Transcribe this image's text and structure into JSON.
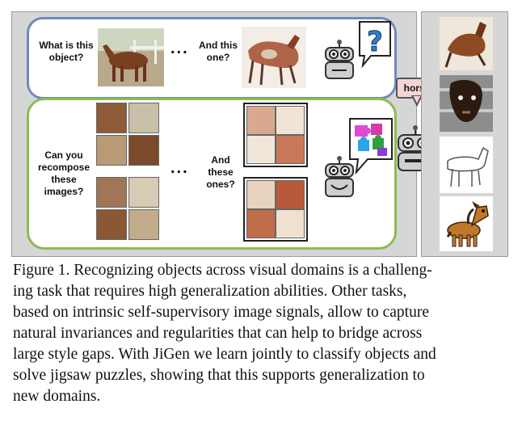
{
  "figure": {
    "top_question_1": "What is this object?",
    "top_question_2": "And this one?",
    "bottom_question_1": "Can you recompose these images?",
    "bottom_question_2": "And these ones?",
    "ellipsis": "...",
    "question_mark": "?",
    "answer_bubble": "horse!",
    "icons": {
      "robot": "robot-icon",
      "question": "question-mark-icon",
      "puzzle": "puzzle-pieces-icon",
      "horse_photo": "horse-photo",
      "horse_painting": "horse-painting",
      "horse_sketch": "horse-sketch",
      "horse_cartoon": "horse-cartoon"
    },
    "colors": {
      "blue_box": "#6d8bbd",
      "green_box": "#8dbb4f",
      "panel_bg": "#d6d6d6",
      "bubble_bg": "#f6d4d4"
    }
  },
  "caption": {
    "lines": [
      "Figure 1. Recognizing objects across visual domains is a challeng-",
      "ing task that requires high generalization abilities.  Other tasks,",
      "based on intrinsic self-supervisory image signals, allow to capture",
      "natural invariances and regularities that can help to bridge across",
      "large style gaps. With JiGen we learn jointly to classify objects and",
      "solve jigsaw puzzles, showing that this supports generalization to",
      "new domains."
    ]
  }
}
